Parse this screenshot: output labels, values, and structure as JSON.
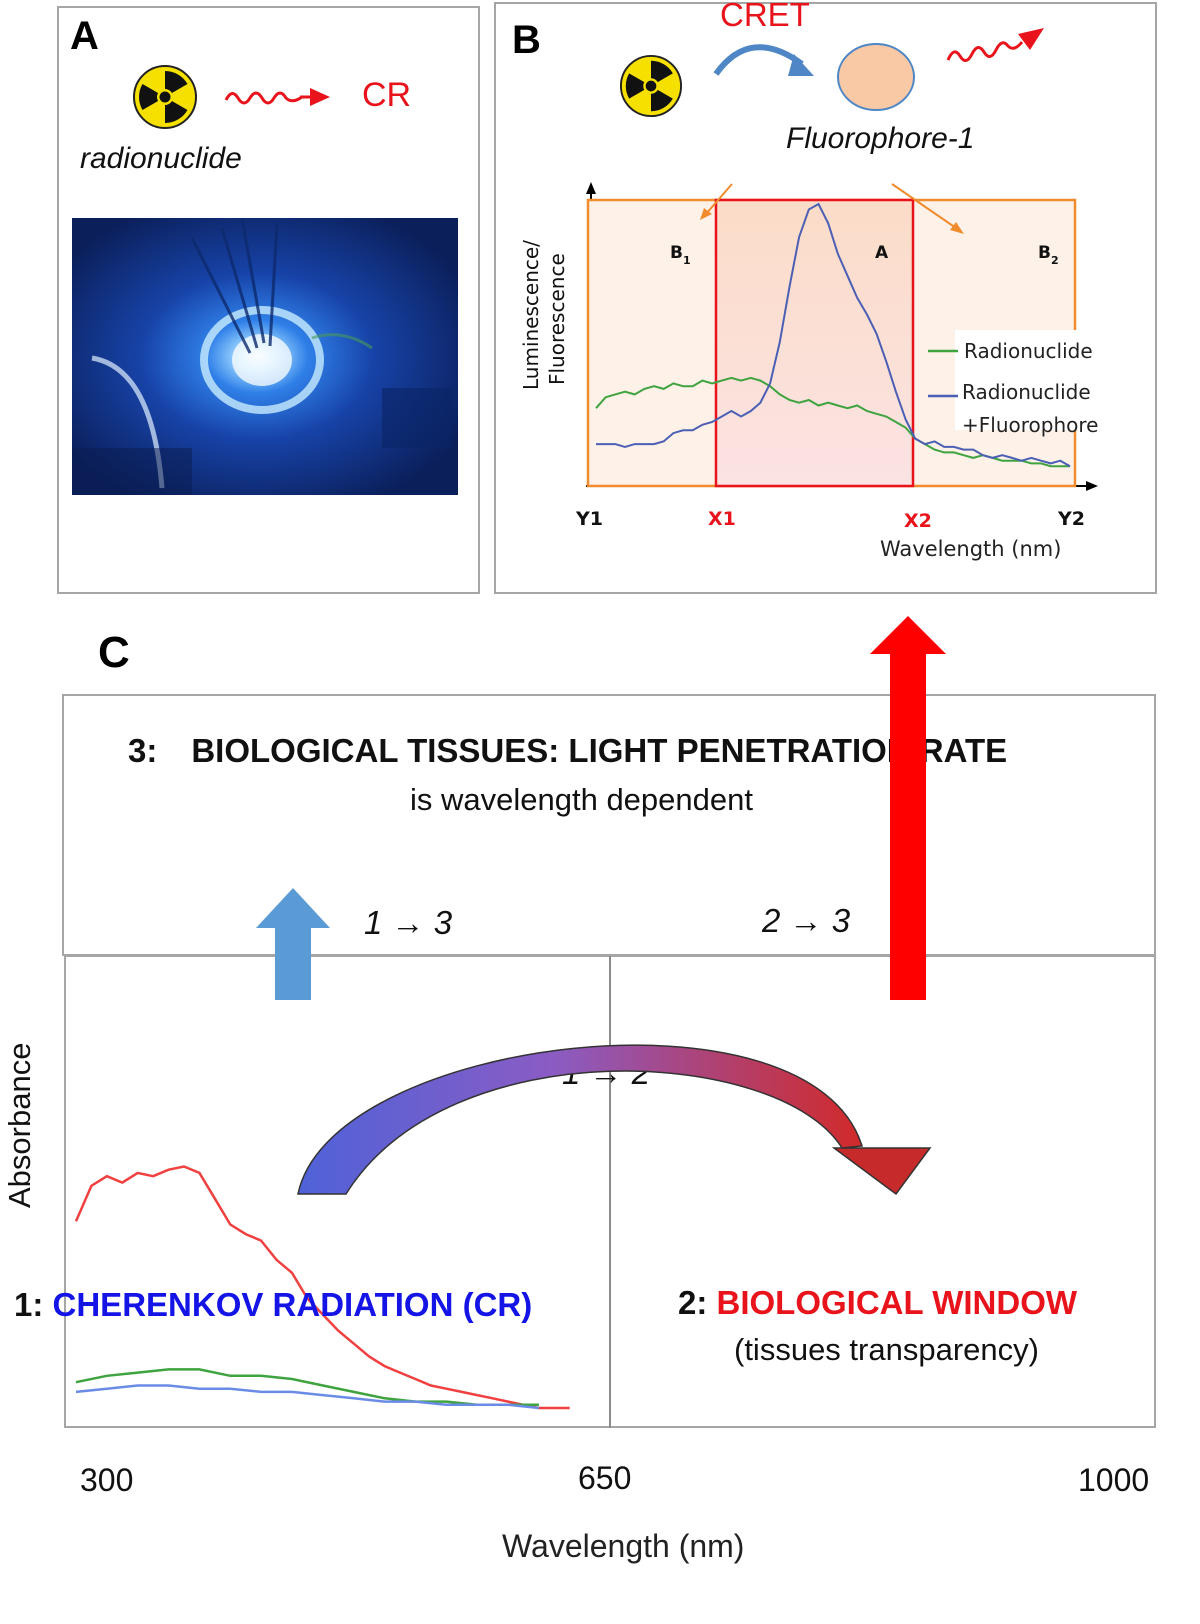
{
  "panel_a": {
    "letter": "A",
    "emission_label": "CR",
    "source_label": "radionuclide",
    "radiation_icon": "radiation-hazard-icon"
  },
  "panel_b": {
    "letter": "B",
    "transfer_label": "CRET",
    "fluorophore_label": "Fluorophore-1",
    "region_labels": {
      "b1": "B",
      "b1_sub": "1",
      "a": "A",
      "b2": "B",
      "b2_sub": "2"
    },
    "colors": {
      "region_border": "#f08b2e",
      "window_border": "#e8131b",
      "radionuclide": "#3fa33f",
      "radionuclide_fluorophore": "#4b5fb4"
    },
    "chart_data": {
      "type": "line",
      "ylabel_line1": "Luminescence/",
      "ylabel_line2": "Fluorescence",
      "xlabel": "Wavelength (nm)",
      "x_ticks": [
        "Y1",
        "X1",
        "X2",
        "Y2"
      ],
      "series": [
        {
          "name": "Radionuclide",
          "color": "#3fa33f",
          "values": [
            0.26,
            0.3,
            0.31,
            0.32,
            0.31,
            0.33,
            0.34,
            0.33,
            0.35,
            0.34,
            0.34,
            0.36,
            0.35,
            0.36,
            0.37,
            0.36,
            0.37,
            0.36,
            0.34,
            0.31,
            0.29,
            0.28,
            0.29,
            0.27,
            0.28,
            0.27,
            0.26,
            0.27,
            0.25,
            0.24,
            0.23,
            0.21,
            0.19,
            0.15,
            0.13,
            0.11,
            0.1,
            0.1,
            0.09,
            0.08,
            0.09,
            0.08,
            0.07,
            0.07,
            0.07,
            0.06,
            0.06,
            0.05,
            0.05,
            0.05
          ]
        },
        {
          "name_line1": "Radionuclide",
          "name_line2": "+Fluorophore",
          "color": "#4b5fb4",
          "values": [
            0.13,
            0.13,
            0.13,
            0.12,
            0.13,
            0.13,
            0.13,
            0.14,
            0.17,
            0.18,
            0.18,
            0.2,
            0.21,
            0.23,
            0.25,
            0.23,
            0.25,
            0.28,
            0.35,
            0.5,
            0.7,
            0.88,
            0.98,
            1.0,
            0.93,
            0.82,
            0.74,
            0.66,
            0.6,
            0.53,
            0.43,
            0.32,
            0.22,
            0.15,
            0.13,
            0.14,
            0.12,
            0.12,
            0.11,
            0.11,
            0.09,
            0.08,
            0.09,
            0.08,
            0.07,
            0.08,
            0.07,
            0.06,
            0.07,
            0.05
          ]
        }
      ]
    }
  },
  "panel_c": {
    "letter": "C",
    "box_title_num": "3:",
    "box_title": "BIOLOGICAL TISSUES: LIGHT PENETRATION RATE",
    "box_subtitle": "is wavelength dependent",
    "arrow_1_3": "1 → 3",
    "arrow_2_3": "2 → 3",
    "arrow_1_2": "1 → 2",
    "label_1_num": "1:",
    "label_1": "CHERENKOV RADIATION (CR)",
    "label_2_num": "2:",
    "label_2": "BIOLOGICAL WINDOW",
    "label_2_sub": "(tissues transparency)",
    "colors": {
      "cr_blue": "#1414e6",
      "window_red": "#e8131b",
      "up_arrow_blue": "#5b9bd5",
      "up_arrow_red": "#ff0000"
    },
    "chart_data": {
      "type": "line",
      "ylabel": "Absorbance",
      "xlabel": "Wavelength (nm)",
      "x_ticks": [
        300,
        650,
        1000
      ],
      "xlim": [
        300,
        1000
      ],
      "ylim": [
        0,
        1
      ],
      "series": [
        {
          "color": "#f04040",
          "x": [
            300,
            310,
            320,
            330,
            340,
            350,
            360,
            370,
            380,
            390,
            400,
            410,
            420,
            430,
            440,
            450,
            460,
            470,
            480,
            490,
            500,
            510,
            520,
            530,
            540,
            550,
            560,
            570,
            580,
            590,
            600,
            610,
            620
          ],
          "y": [
            0.58,
            0.69,
            0.72,
            0.7,
            0.73,
            0.72,
            0.74,
            0.75,
            0.73,
            0.65,
            0.57,
            0.54,
            0.52,
            0.46,
            0.42,
            0.34,
            0.29,
            0.24,
            0.2,
            0.16,
            0.13,
            0.11,
            0.09,
            0.07,
            0.06,
            0.05,
            0.04,
            0.03,
            0.02,
            0.01,
            0.0,
            0.0,
            0.0
          ]
        },
        {
          "color": "#3fa33f",
          "x": [
            300,
            320,
            340,
            360,
            380,
            400,
            420,
            440,
            460,
            480,
            500,
            520,
            540,
            560,
            580,
            600
          ],
          "y": [
            0.08,
            0.1,
            0.11,
            0.12,
            0.12,
            0.1,
            0.1,
            0.09,
            0.07,
            0.05,
            0.03,
            0.02,
            0.02,
            0.01,
            0.01,
            0.01
          ]
        },
        {
          "color": "#6a8be6",
          "x": [
            300,
            320,
            340,
            360,
            380,
            400,
            420,
            440,
            460,
            480,
            500,
            520,
            540,
            560,
            580,
            600
          ],
          "y": [
            0.05,
            0.06,
            0.07,
            0.07,
            0.06,
            0.06,
            0.05,
            0.05,
            0.04,
            0.03,
            0.02,
            0.02,
            0.01,
            0.01,
            0.01,
            0.0
          ]
        }
      ]
    }
  }
}
